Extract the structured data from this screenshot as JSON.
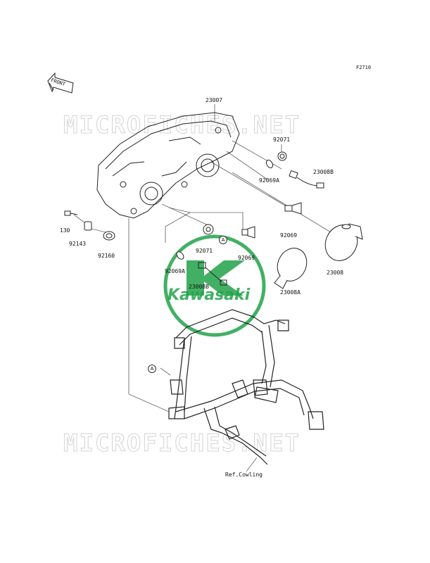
{
  "diagram": {
    "figure_code": "F2710",
    "front_label": "FRONT",
    "watermark": "MICROFICHES.NET",
    "brand": "Kawasaki",
    "ref_note": "Ref.Cowling",
    "callout_a": "A",
    "colors": {
      "line": "#222222",
      "green": "#22a34a",
      "watermark": "#cfcfcf"
    },
    "parts": [
      {
        "id": "23007"
      },
      {
        "id": "92071"
      },
      {
        "id": "92069A"
      },
      {
        "id": "23008B"
      },
      {
        "id": "92069"
      },
      {
        "id": "23008"
      },
      {
        "id": "130"
      },
      {
        "id": "92143"
      },
      {
        "id": "92160"
      },
      {
        "id": "92071"
      },
      {
        "id": "92069A"
      },
      {
        "id": "23008B"
      },
      {
        "id": "92069"
      },
      {
        "id": "23008A"
      }
    ]
  }
}
